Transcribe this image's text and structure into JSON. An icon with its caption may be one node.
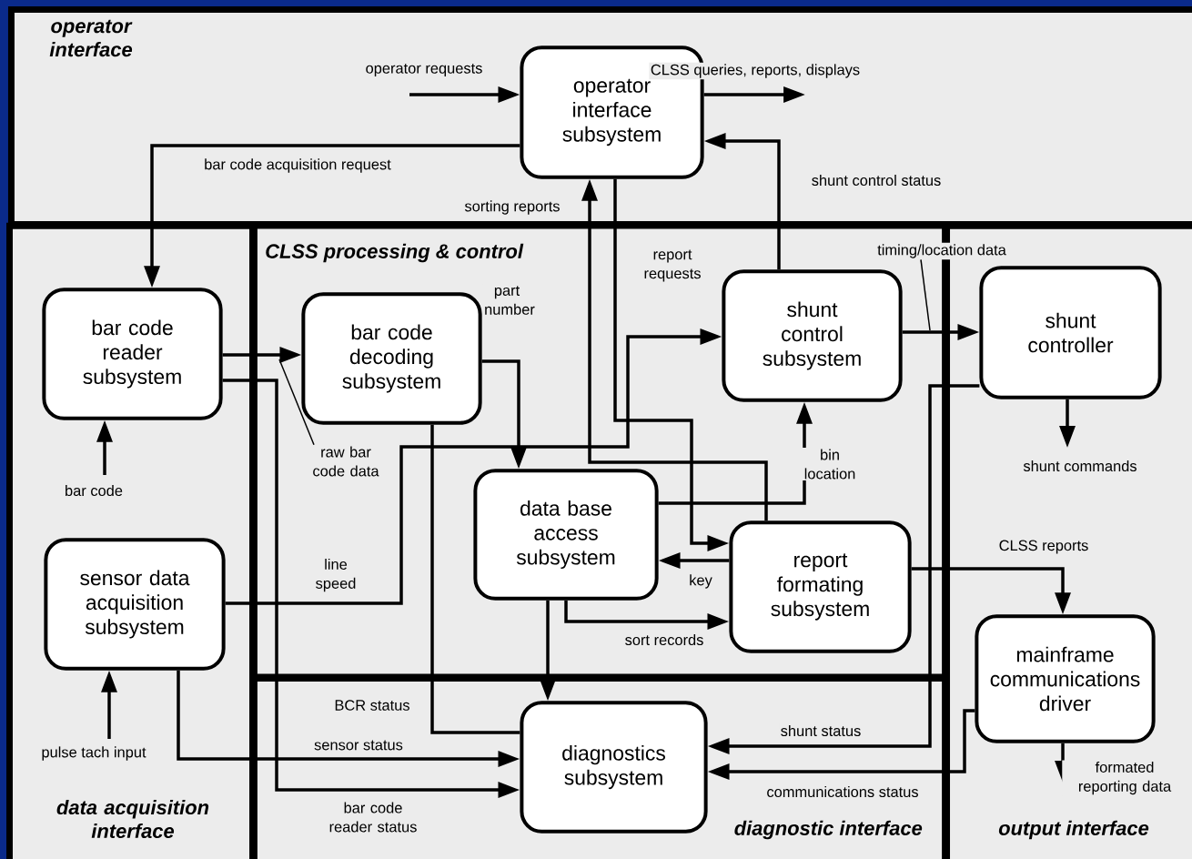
{
  "diagram": {
    "nodes": [
      {
        "text": [
          "operator interface"
        ]
      },
      {
        "text": [
          "operator interface subsystem"
        ],
        "in": 0
      },
      {
        "text": [
          "data acquisition interface"
        ]
      },
      {
        "text": [
          "bar code reader subsystem"
        ],
        "in": 2
      },
      {
        "text": [
          "sensor data acquisition subsystem"
        ],
        "in": 2
      },
      {
        "text": [
          "CLSS processing & control"
        ]
      },
      {
        "text": [
          "bar code decoding subsystem"
        ],
        "in": 5
      },
      {
        "text": [
          "shunt control subsystem"
        ],
        "in": 5
      },
      {
        "text": [
          "data base access subsystem"
        ],
        "in": 5
      },
      {
        "text": [
          "report formating subsystem"
        ],
        "in": 5
      },
      {
        "text": [
          "diagnostic interface"
        ]
      },
      {
        "text": [
          "diagnostics subsystem"
        ],
        "in": 10
      },
      {
        "text": [
          "output interface"
        ]
      },
      {
        "text": [
          "shunt controller"
        ],
        "in": 12
      },
      {
        "text": [
          "mainframe communications driver"
        ],
        "in": 12
      },
      {
        "text": [
          "raw bar code data"
        ],
        "in": 5
      },
      {
        "text": [
          "timing/location data"
        ]
      }
    ],
    "edges": [
      {
        "from": null,
        "to": 1,
        "arrow": "to",
        "label": "operator requests"
      },
      {
        "from": 1,
        "to": null,
        "arrow": "to",
        "label": "CLSS queries, reports, displays"
      },
      {
        "from": 1,
        "to": 3,
        "arrow": "to",
        "label": "bar code acquisition request"
      },
      {
        "from": 9,
        "to": 1,
        "arrow": "to",
        "label": "sorting reports"
      },
      {
        "from": 7,
        "to": 1,
        "arrow": "to",
        "label": "shunt control status"
      },
      {
        "from": 1,
        "to": 9,
        "arrow": "to",
        "label": "report requests"
      },
      {
        "from": 7,
        "to": 13,
        "arrow": "to"
      },
      {
        "from": 6,
        "to": 8,
        "arrow": "to",
        "label": "part number"
      },
      {
        "from": 3,
        "to": 6,
        "arrow": "to"
      },
      {
        "from": 8,
        "to": 7,
        "arrow": "to",
        "label": "bin location"
      },
      {
        "from": 4,
        "to": 7,
        "arrow": "to",
        "label": "line speed"
      },
      {
        "from": 9,
        "to": 8,
        "arrow": "to",
        "label": "key"
      },
      {
        "from": 8,
        "to": 9,
        "arrow": "to",
        "label": "sort records"
      },
      {
        "from": 9,
        "to": 14,
        "arrow": "to",
        "label": "CLSS reports"
      },
      {
        "from": 13,
        "to": null,
        "arrow": "to",
        "label": "shunt commands"
      },
      {
        "from": 6,
        "to": 11,
        "arrow": "none",
        "label": "BCR status"
      },
      {
        "from": 4,
        "to": 11,
        "arrow": "to",
        "label": "sensor status"
      },
      {
        "from": 3,
        "to": 11,
        "arrow": "to",
        "label": "bar code reader status"
      },
      {
        "from": null,
        "to": 3,
        "arrow": "to",
        "label": "bar code"
      },
      {
        "from": null,
        "to": 4,
        "arrow": "to",
        "label": "pulse tach input"
      },
      {
        "from": 13,
        "to": 11,
        "arrow": "to",
        "label": "shunt status"
      },
      {
        "from": 14,
        "to": 11,
        "arrow": "to",
        "label": "communications status"
      },
      {
        "from": 14,
        "to": null,
        "arrow": "to",
        "label": "formated reporting data"
      },
      {
        "from": 8,
        "to": 11,
        "arrow": "to"
      },
      {
        "from": 15,
        "to": null,
        "arrow": "none"
      },
      {
        "from": 16,
        "to": null,
        "arrow": "none"
      }
    ]
  }
}
